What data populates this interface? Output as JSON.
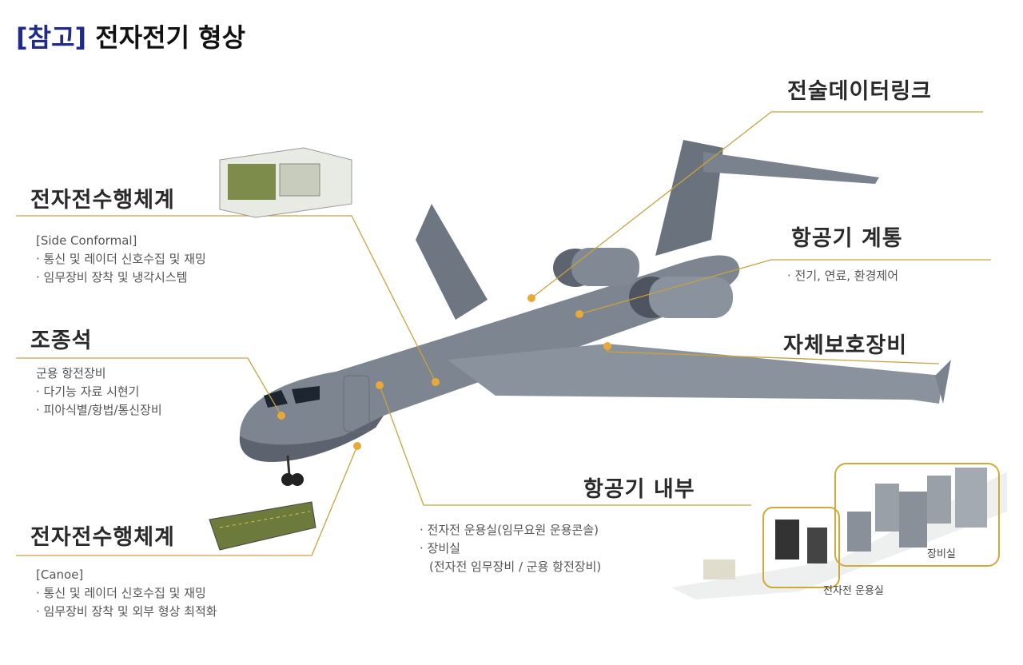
{
  "title": {
    "prefix": "[참고]",
    "text": "전자전기 형상"
  },
  "callouts": {
    "tactical_datalink": {
      "heading": "전술데이터링크"
    },
    "ew_side": {
      "heading": "전자전수행체계",
      "subtitle": "[Side Conformal]",
      "items": [
        "· 통신 및 레이더 신호수집 및 재밍",
        "· 임무장비 장착 및 냉각시스템"
      ]
    },
    "aircraft_systems": {
      "heading": "항공기 계통",
      "items": [
        "· 전기, 연료, 환경제어"
      ]
    },
    "cockpit": {
      "heading": "조종석",
      "subtitle": "군용 항전장비",
      "items": [
        "· 다기능 자료 시현기",
        "· 피아식별/항법/통신장비"
      ]
    },
    "self_protection": {
      "heading": "자체보호장비"
    },
    "interior": {
      "heading": "항공기 내부",
      "items": [
        "· 전자전 운용실(임무요원 운용콘솔)",
        "· 장비실",
        "(전자전 임무장비 / 군용 항전장비)"
      ]
    },
    "ew_canoe": {
      "heading": "전자전수행체계",
      "subtitle": "[Canoe]",
      "items": [
        "· 통신 및 레이더 신호수집 및 재밍",
        "· 임무장비 장착 및 외부 형상 최적화"
      ]
    }
  },
  "interior_image": {
    "equipment_room_label": "장비실",
    "ew_room_label": "전자전 운용실"
  },
  "colors": {
    "leader_line": "#c9a23a",
    "dot": "#e8a93a",
    "aircraft": "#7d8591",
    "title_ref": "#1f2a8a"
  }
}
